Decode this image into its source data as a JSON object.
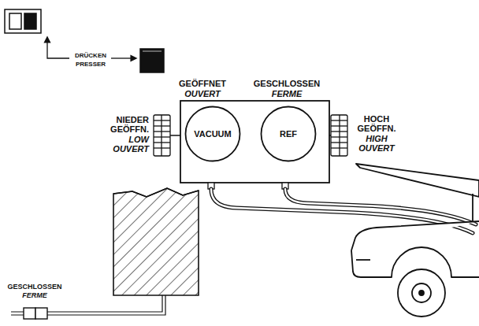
{
  "diagram": {
    "nodes": [
      {
        "text": [
          "VACUUM"
        ]
      },
      {
        "text": [
          "REF"
        ]
      }
    ],
    "labels": [
      "DRÜCKEN",
      "PRESSER",
      "GEÖFFNET",
      "OUVERT",
      "GESCHLOSSEN",
      "FERME",
      "NIEDER GEÖFFN.",
      "LOW",
      "OUVERT",
      "HOCH GEÖFFN.",
      "HIGH",
      "OUVERT",
      "GESCHLOSSEN",
      "FERME"
    ]
  }
}
